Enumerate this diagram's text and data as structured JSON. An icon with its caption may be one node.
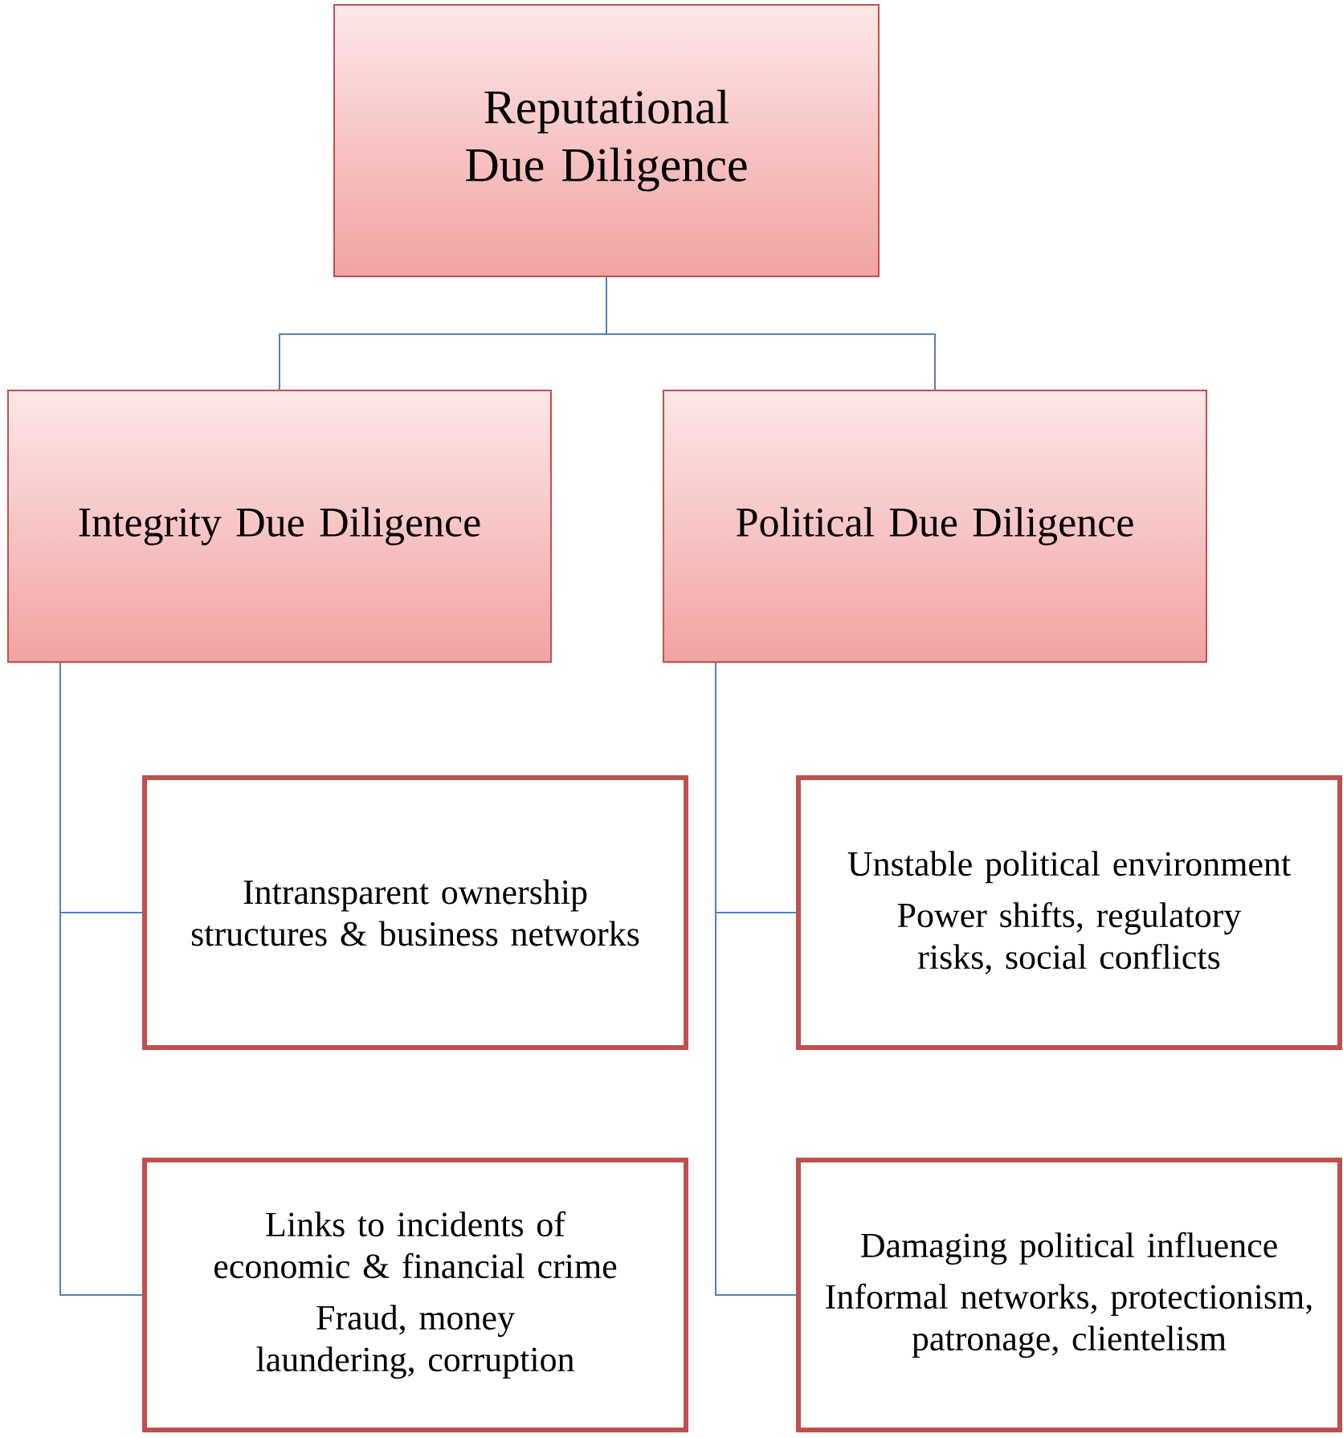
{
  "diagram": {
    "nodes": [
      {
        "text": [
          "Reputational Due Diligence"
        ]
      },
      {
        "text": [
          "Integrity Due Diligence"
        ]
      },
      {
        "text": [
          "Political Due Diligence"
        ]
      },
      {
        "text": [
          "Intransparent ownership structures & business networks"
        ]
      },
      {
        "text": [
          "Links to incidents of economic & financial crime",
          "Fraud, money laundering, corruption"
        ]
      },
      {
        "text": [
          "Unstable political environment",
          "Power shifts, regulatory risks, social conflicts"
        ]
      },
      {
        "text": [
          "Damaging political influence",
          "Informal networks, protectionism, patronage, clientelism"
        ]
      }
    ],
    "edges": [
      {
        "from": 0,
        "to": 1,
        "arrow": "none"
      },
      {
        "from": 0,
        "to": 2,
        "arrow": "none"
      },
      {
        "from": 1,
        "to": 3,
        "arrow": "none"
      },
      {
        "from": 1,
        "to": 4,
        "arrow": "none"
      },
      {
        "from": 2,
        "to": 5,
        "arrow": "none"
      },
      {
        "from": 2,
        "to": 6,
        "arrow": "none"
      }
    ]
  }
}
